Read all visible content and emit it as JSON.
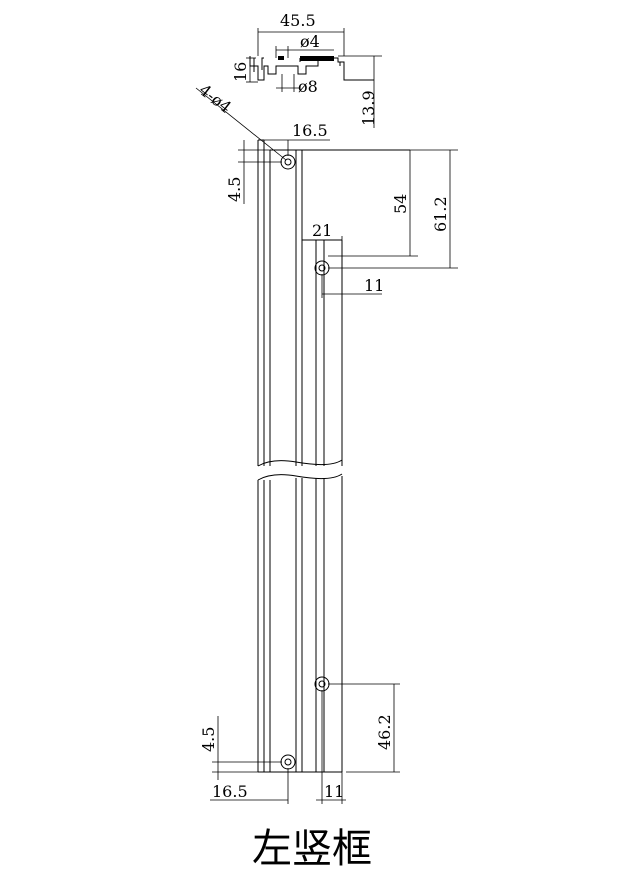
{
  "title": "左竖框",
  "dimensions": {
    "profile_width": "45.5",
    "hole_small": "ø4",
    "hole_large": "ø8",
    "profile_depth": "16",
    "profile_height": "13.9",
    "holes_callout": "4-ø4",
    "top_offset_x": "16.5",
    "top_offset_y": "4.5",
    "inner_hole_drop": "54",
    "total_drop": "61.2",
    "flange_width": "21",
    "inner_offset": "11",
    "bottom_offset_y": "4.5",
    "bottom_hole_rise": "46.2",
    "bottom_offset_x": "16.5",
    "bottom_inner_offset": "11"
  }
}
